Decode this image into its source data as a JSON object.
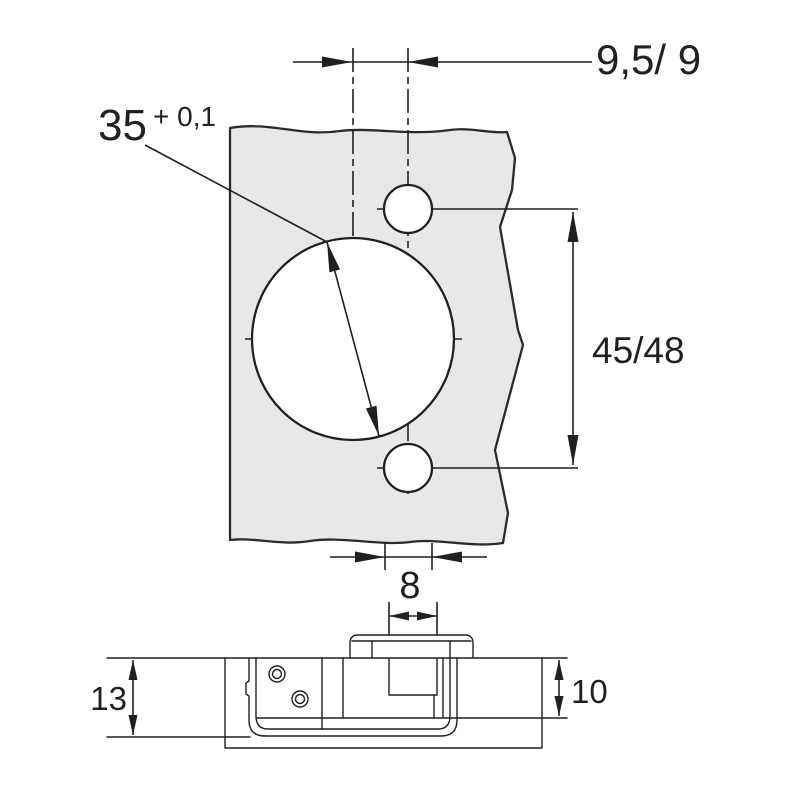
{
  "drawing": {
    "views": {
      "front": "drilling-pattern-front-view",
      "section": "hinge-cup-section-view"
    }
  },
  "dimensions": {
    "cup_diameter": "35",
    "cup_diameter_tolerance": "+ 0,1",
    "edge_distance": "9,5/ 9",
    "screw_hole_spacing": "45/48",
    "screw_hole_diameter": "8",
    "drilling_depth": "13",
    "cup_inner_depth": "10"
  },
  "colors": {
    "line": "#231f20",
    "panel_fill": "#e8e8e8",
    "background": "#ffffff"
  }
}
